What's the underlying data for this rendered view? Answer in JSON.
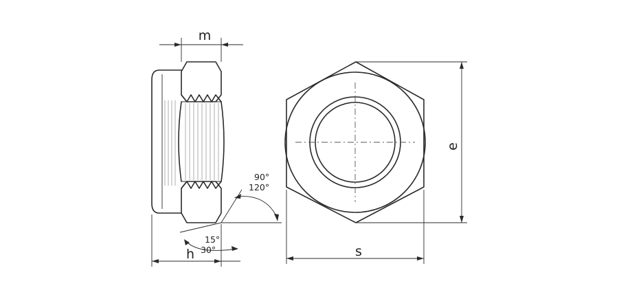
{
  "dimensions": {
    "m": "m",
    "h": "h",
    "s": "s",
    "e": "e"
  },
  "angles": {
    "upper_a": "90°",
    "upper_b": "120°",
    "lower_a": "15°",
    "lower_b": "30°"
  }
}
